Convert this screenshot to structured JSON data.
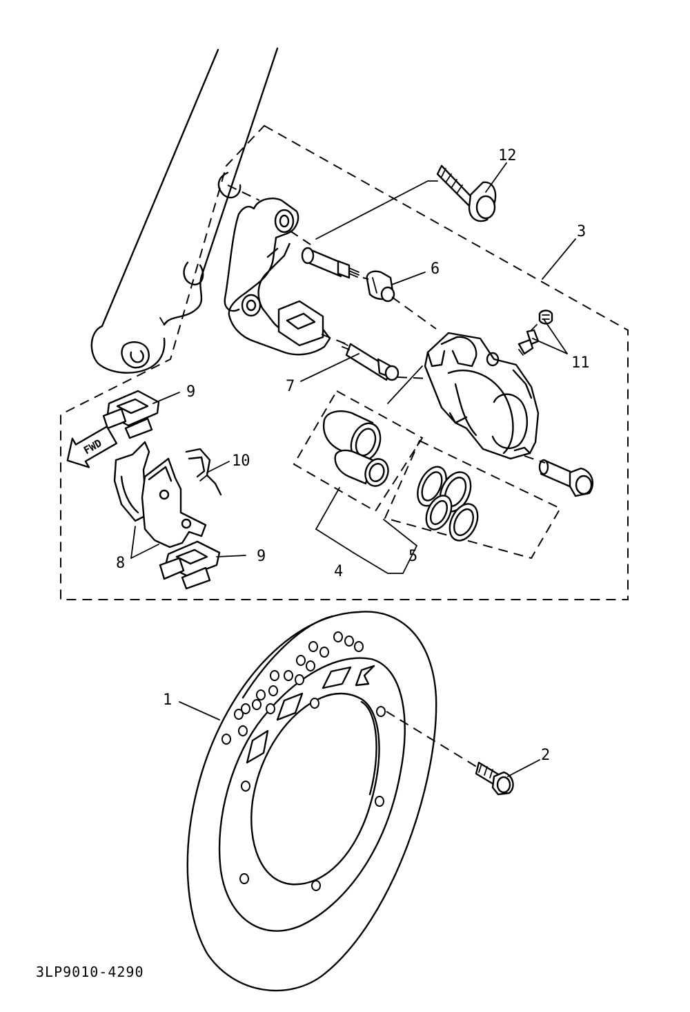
{
  "diagram": {
    "callouts": {
      "c1": "1",
      "c2": "2",
      "c3": "3",
      "c4": "4",
      "c5": "5",
      "c6": "6",
      "c7": "7",
      "c8": "8",
      "c9a": "9",
      "c9b": "9",
      "c10": "10",
      "c11": "11",
      "c12": "12"
    },
    "fwd_label": "FWD",
    "drawing_code": "3LP9010-4290"
  }
}
